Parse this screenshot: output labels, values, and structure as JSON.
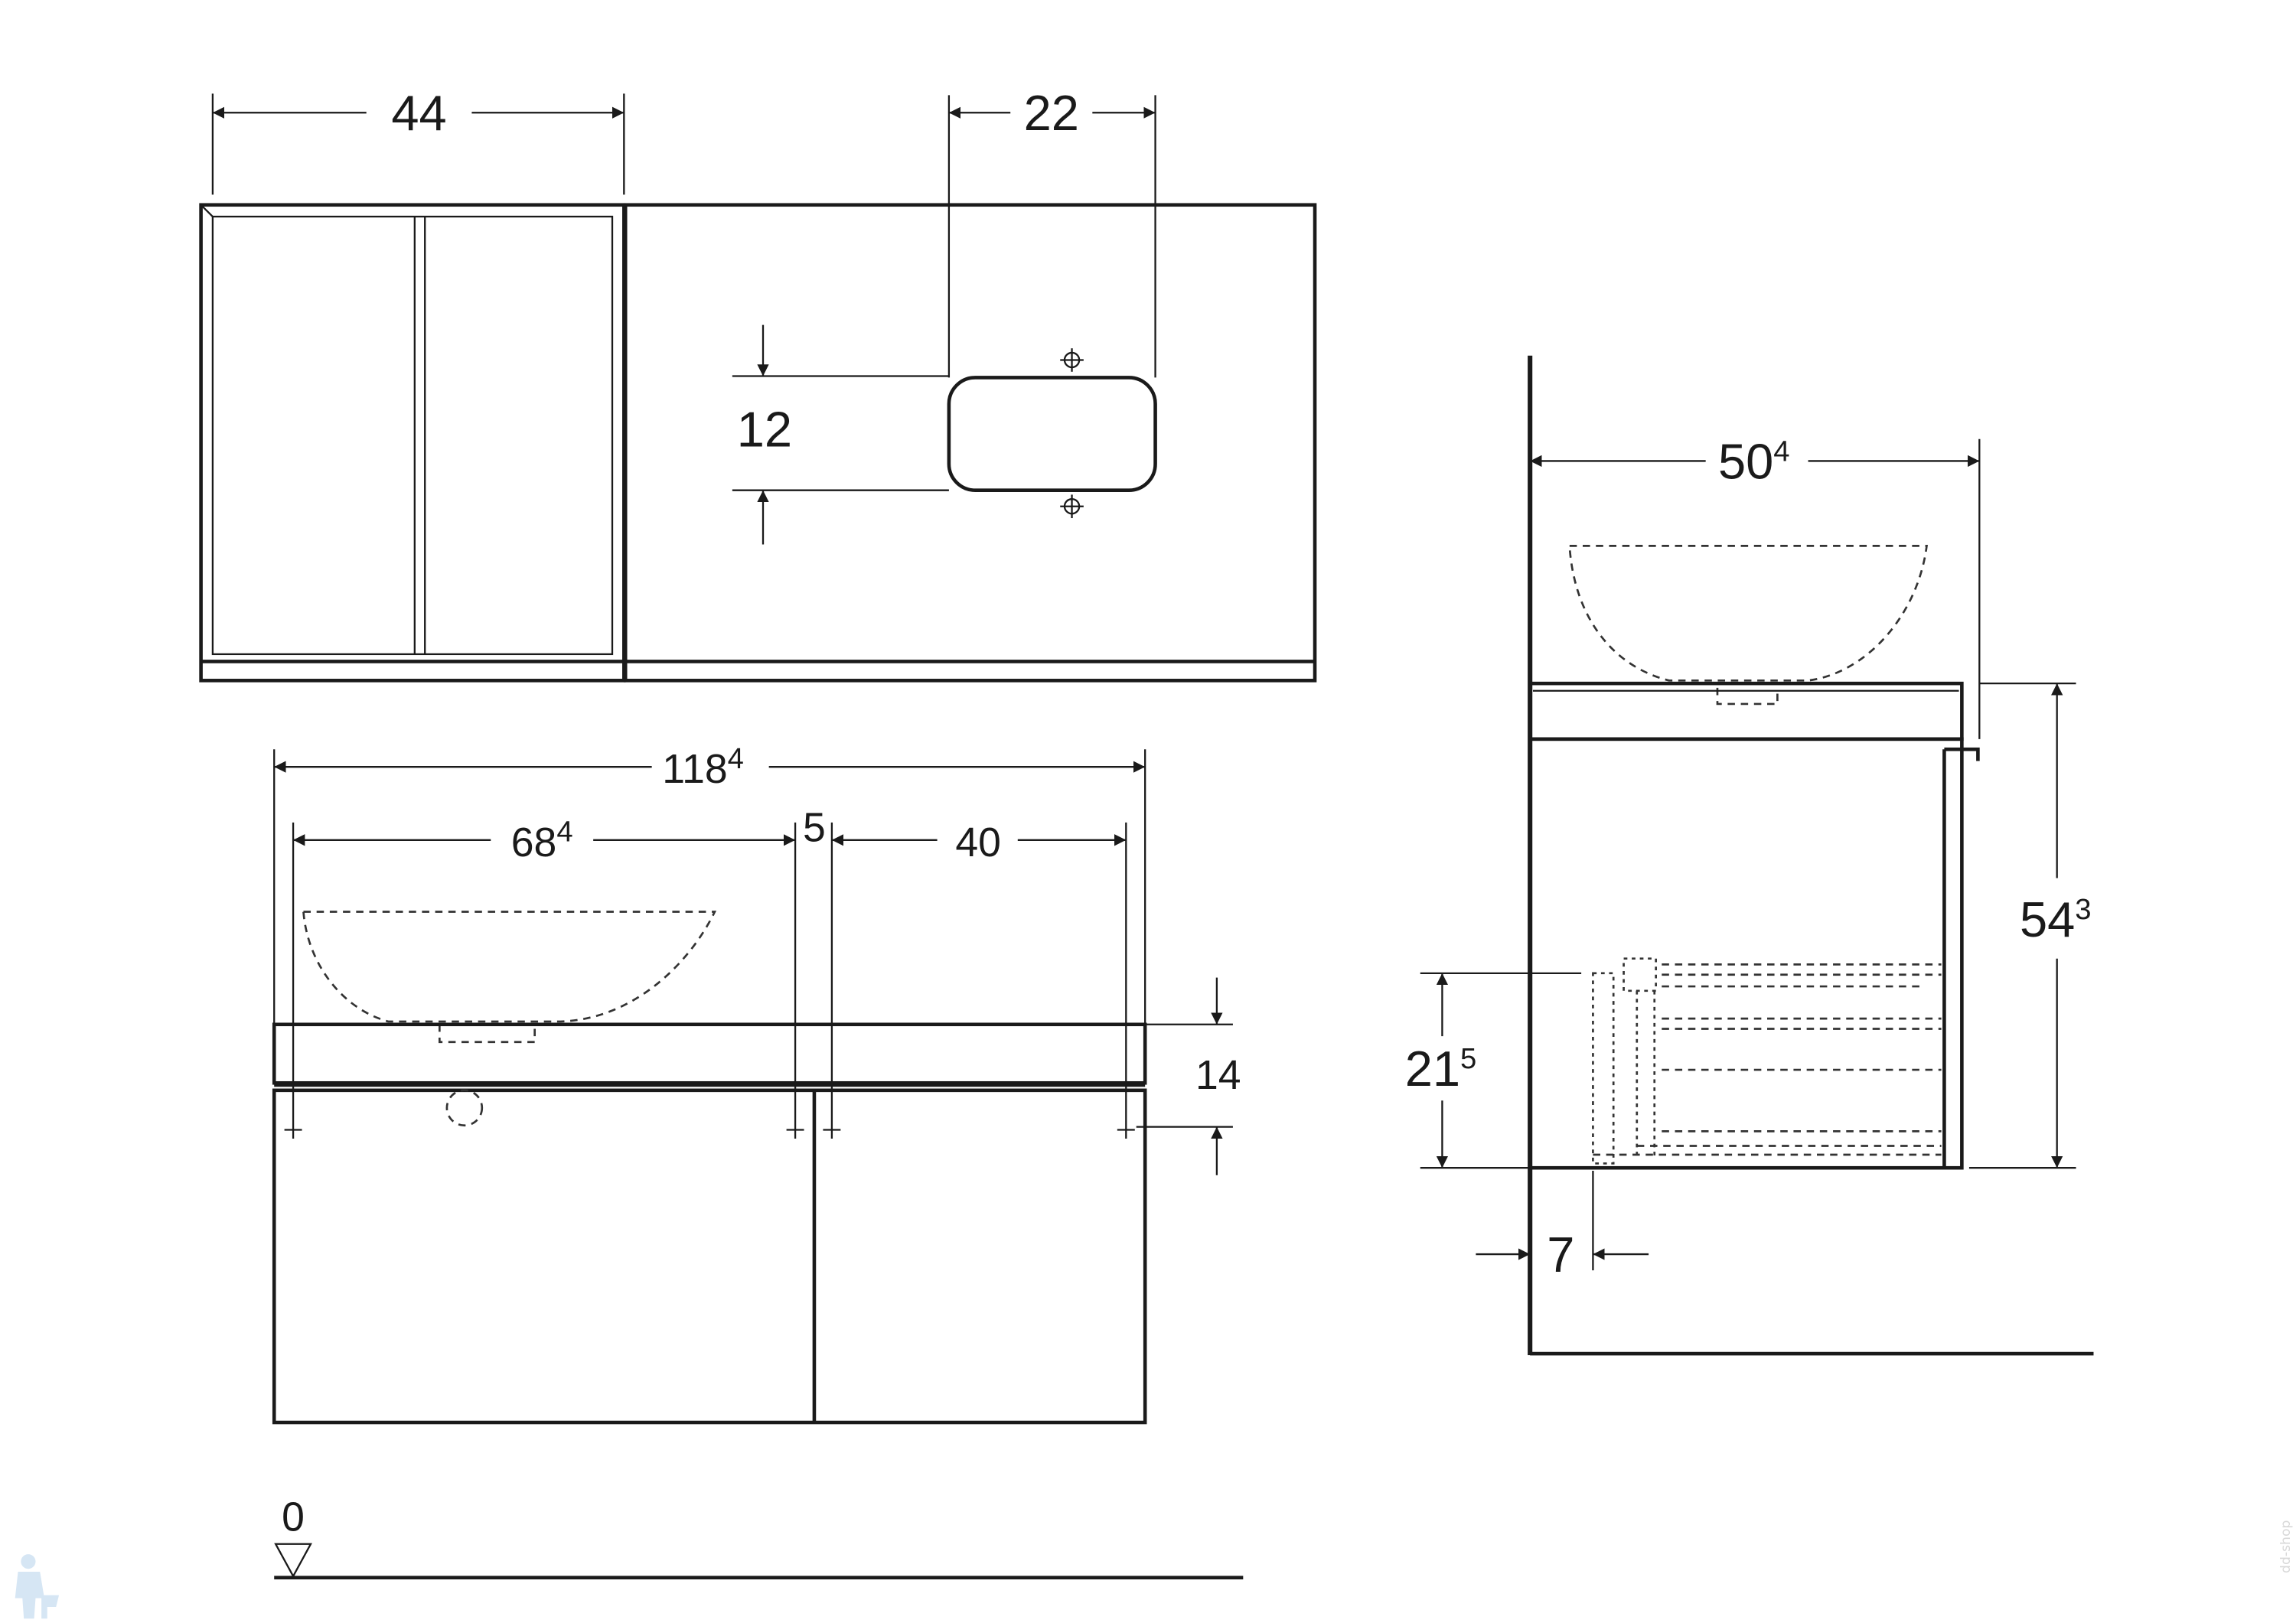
{
  "drawing": {
    "top_view": {
      "width_cabinet": "44",
      "basin_offset": "22",
      "basin_depth": "12"
    },
    "front_view": {
      "overall_width": {
        "main": "118",
        "sup": "4"
      },
      "basin_section": {
        "main": "68",
        "sup": "4"
      },
      "gap": "5",
      "cabinet_section": "40",
      "top_thickness": "14",
      "floor_level": "0"
    },
    "side_view": {
      "depth": {
        "main": "50",
        "sup": "4"
      },
      "height": {
        "main": "54",
        "sup": "3"
      },
      "drain_height": {
        "main": "21",
        "sup": "5"
      },
      "wall_gap": "7"
    },
    "watermark": "dd-shop",
    "colors": {
      "line": "#1a1a1a",
      "watermark_figure": "#bcd6ee"
    }
  }
}
